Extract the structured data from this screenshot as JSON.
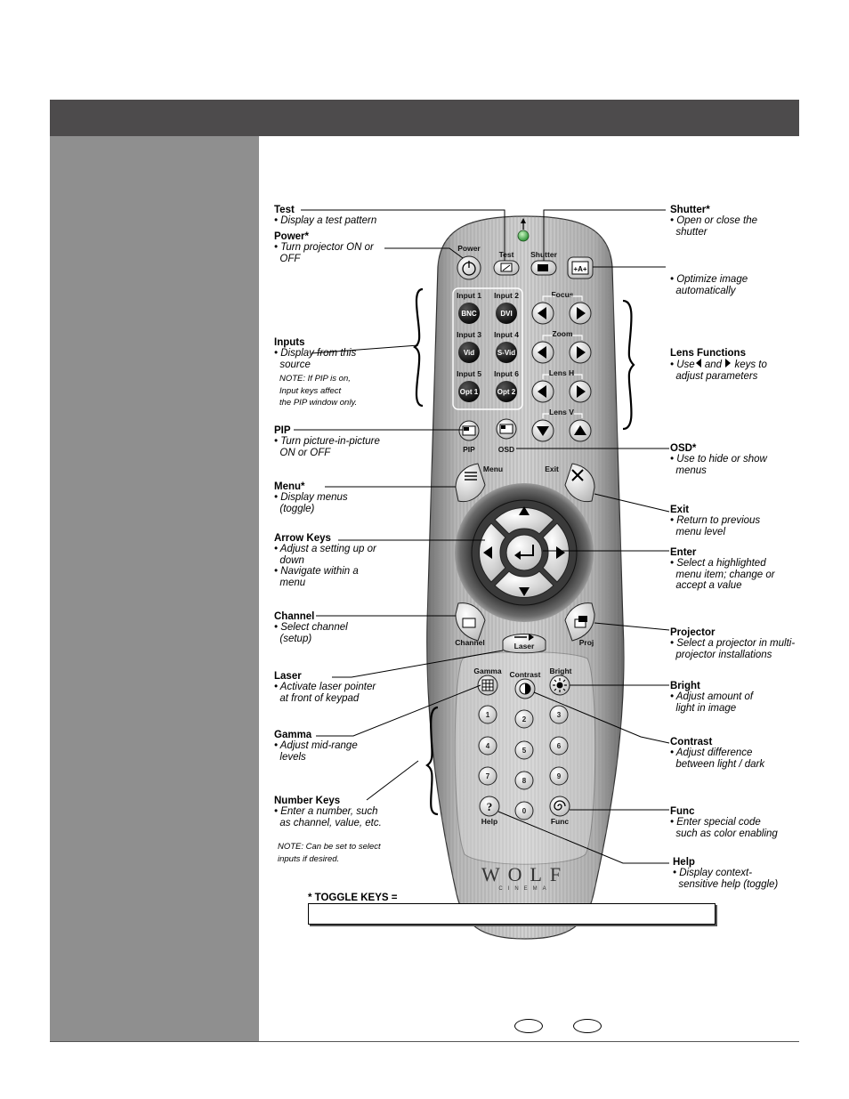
{
  "labels": {
    "test": {
      "title": "Test",
      "desc": "• Display a test pattern"
    },
    "power": {
      "title": "Power*",
      "desc": "• Turn projector ON or\n  OFF"
    },
    "inputs": {
      "title": "Inputs",
      "desc": "• Display from this\n  source",
      "note": "NOTE: If PIP is on,\nInput keys affect\nthe PIP window only."
    },
    "pip": {
      "title": "PIP",
      "desc": "• Turn picture-in-picture\n  ON or OFF"
    },
    "menu": {
      "title": "Menu*",
      "desc": "• Display menus\n  (toggle)"
    },
    "arrow_keys": {
      "title": "Arrow Keys",
      "desc": "• Adjust a setting up or\n  down\n• Navigate within a\n  menu"
    },
    "channel": {
      "title": "Channel",
      "desc": "• Select channel\n  (setup)"
    },
    "laser": {
      "title": "Laser",
      "desc": "• Activate laser pointer\n  at front of keypad"
    },
    "gamma": {
      "title": "Gamma",
      "desc": "• Adjust mid-range\n  levels"
    },
    "number_keys": {
      "title": "Number Keys",
      "desc": "• Enter a number, such\n  as channel, value, etc.",
      "note": "NOTE: Can be set to select\ninputs if desired."
    },
    "shutter": {
      "title": "Shutter*",
      "desc": "• Open or close the\n  shutter"
    },
    "auto": {
      "desc": "• Optimize image\n  automatically"
    },
    "lens": {
      "title": "Lens Functions",
      "desc_pre": "• Use",
      "desc_mid": " and ",
      "desc_post": " keys to",
      "desc2": "  adjust parameters"
    },
    "osd": {
      "title": "OSD*",
      "desc": "• Use to hide or show\n  menus"
    },
    "exit": {
      "title": "Exit",
      "desc": "• Return to previous\n  menu level"
    },
    "enter": {
      "title": "Enter",
      "desc": "• Select a highlighted\n  menu item; change or\n  accept a value"
    },
    "projector": {
      "title": "Projector",
      "desc": "• Select a projector in multi-\n  projector installations"
    },
    "bright": {
      "title": "Bright",
      "desc": "• Adjust amount of\n  light in image"
    },
    "contrast": {
      "title": "Contrast",
      "desc": "• Adjust difference\n  between light / dark"
    },
    "func": {
      "title": "Func",
      "desc": "• Enter special code\n  such as color enabling"
    },
    "help": {
      "title": "Help",
      "desc": "• Display context-\n  sensitive help (toggle)"
    }
  },
  "remote": {
    "power": "Power",
    "test": "Test",
    "shutter": "Shutter",
    "auto_glyph": "+A+",
    "input1": "Input 1",
    "input2": "Input 2",
    "input3": "Input 3",
    "input4": "Input 4",
    "input5": "Input 5",
    "input6": "Input 6",
    "bnc": "BNC",
    "dvi": "DVI",
    "vid": "Vid",
    "svid": "S-Vid",
    "opt1": "Opt 1",
    "opt2": "Opt 2",
    "focus": "Focus",
    "zoom": "Zoom",
    "lens_h": "Lens H",
    "lens_v": "Lens V",
    "pip": "PIP",
    "osd": "OSD",
    "menu": "Menu",
    "exit": "Exit",
    "channel": "Channel",
    "laser": "Laser",
    "proj": "Proj",
    "gamma": "Gamma",
    "contrast": "Contrast",
    "bright": "Bright",
    "numbers": [
      "1",
      "2",
      "3",
      "4",
      "5",
      "6",
      "7",
      "8",
      "9",
      "0"
    ],
    "help_glyph": "?",
    "help": "Help",
    "func": "Func",
    "brand": "WOLF",
    "brand_sub": "CINEMA"
  },
  "toggle_keys": "* TOGGLE KEYS ="
}
